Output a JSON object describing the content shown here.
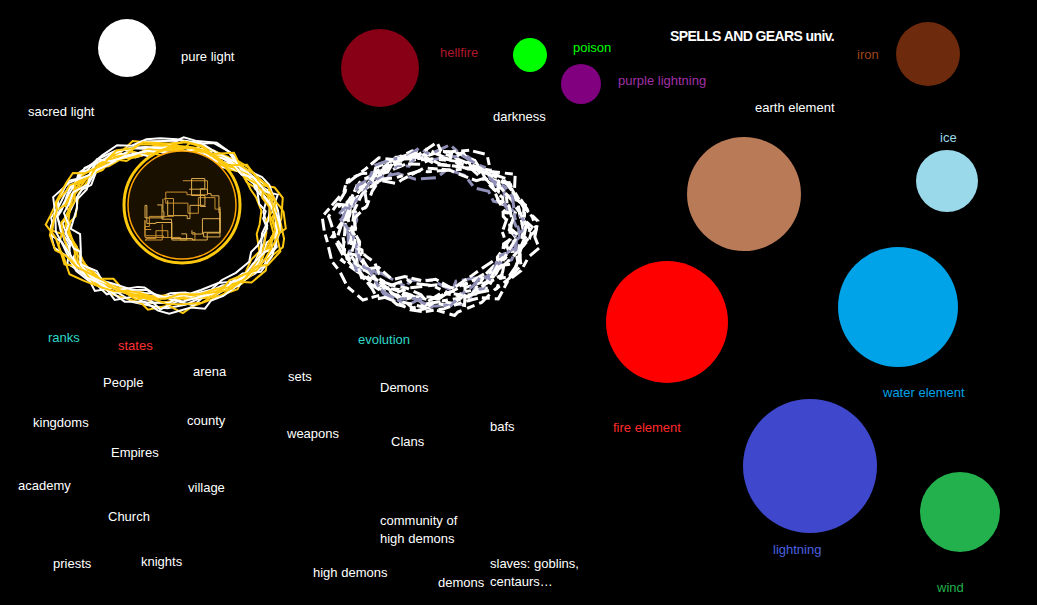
{
  "diagram": {
    "title": "SPELLS AND GEARS univ.",
    "nodes": [
      {
        "text": [
          "pure light"
        ]
      },
      {
        "text": [
          "hellfire"
        ]
      },
      {
        "text": [
          "poison"
        ]
      },
      {
        "text": [
          "purple lightning"
        ]
      },
      {
        "text": [
          "iron"
        ]
      },
      {
        "text": [
          "earth element"
        ]
      },
      {
        "text": [
          "ice"
        ]
      },
      {
        "text": [
          "fire element"
        ]
      },
      {
        "text": [
          "water element"
        ]
      },
      {
        "text": [
          "lightning"
        ]
      },
      {
        "text": [
          "wind"
        ]
      }
    ],
    "labels": [
      "sacred light",
      "darkness",
      "ranks",
      "states",
      "evolution",
      "People",
      "arena",
      "sets",
      "Demons",
      "kingdoms",
      "county",
      "weapons",
      "Clans",
      "bafs",
      "Empires",
      "academy",
      "village",
      "Church",
      "community of high demons",
      "priests",
      "knights",
      "high demons",
      "demons",
      "slaves: goblins, centaurs…"
    ]
  }
}
